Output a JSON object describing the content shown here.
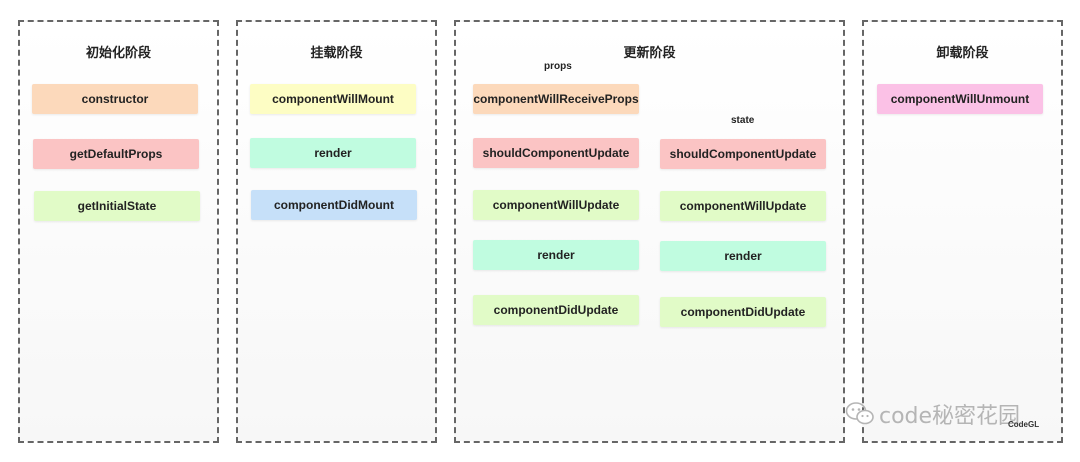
{
  "colors": {
    "peach": "#fcd9bb",
    "pink": "#fbc4c4",
    "lightgreen": "#e1fbc7",
    "yellow": "#fdfdc4",
    "mint": "#c0fce0",
    "blue": "#c6e0f9",
    "magenta": "#fbc1e6"
  },
  "phases": {
    "init": {
      "title": "初始化阶段",
      "items": [
        "constructor",
        "getDefaultProps",
        "getInitialState"
      ]
    },
    "mount": {
      "title": "挂载阶段",
      "items": [
        "componentWillMount",
        "render",
        "componentDidMount"
      ]
    },
    "update": {
      "title": "更新阶段",
      "props_label": "props",
      "state_label": "state",
      "props_items": [
        "componentWillReceiveProps",
        "shouldComponentUpdate",
        "componentWillUpdate",
        "render",
        "componentDidUpdate"
      ],
      "state_items": [
        "shouldComponentUpdate",
        "componentWillUpdate",
        "render",
        "componentDidUpdate"
      ]
    },
    "unmount": {
      "title": "卸载阶段",
      "items": [
        "componentWillUnmount"
      ]
    }
  },
  "watermark": {
    "text": "code秘密花园",
    "icon": "wechat-icon",
    "small_text": "CodeGL"
  }
}
